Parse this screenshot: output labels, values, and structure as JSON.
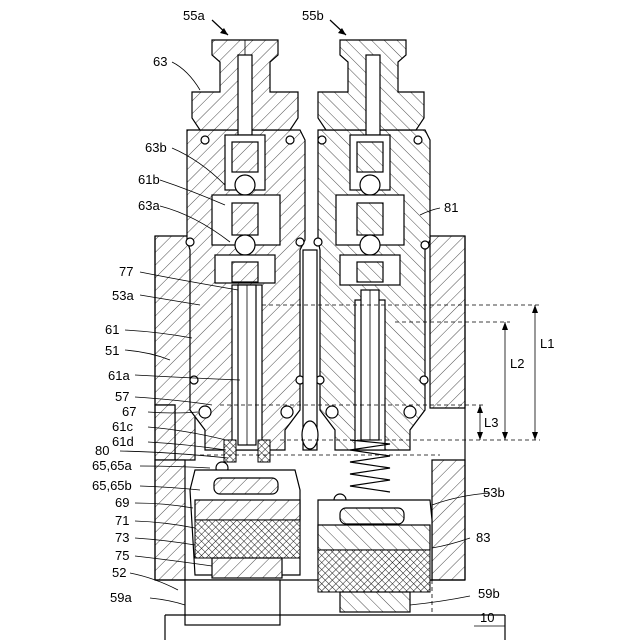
{
  "labels": {
    "l55a": "55a",
    "l55b": "55b",
    "l63": "63",
    "l63b": "63b",
    "l61b": "61b",
    "l63a": "63a",
    "l81": "81",
    "l77": "77",
    "l53a": "53a",
    "l61": "61",
    "l51": "51",
    "l61a": "61a",
    "l57": "57",
    "l67": "67",
    "l61c": "61c",
    "l61d": "61d",
    "l80": "80",
    "l65a": "65,65a",
    "l65b": "65,65b",
    "l69": "69",
    "l71": "71",
    "l73": "73",
    "l75": "75",
    "l52": "52",
    "l59a": "59a",
    "l59b": "59b",
    "l53b": "53b",
    "l83": "83",
    "l10": "10",
    "L1": "L1",
    "L2": "L2",
    "L3": "L3"
  }
}
